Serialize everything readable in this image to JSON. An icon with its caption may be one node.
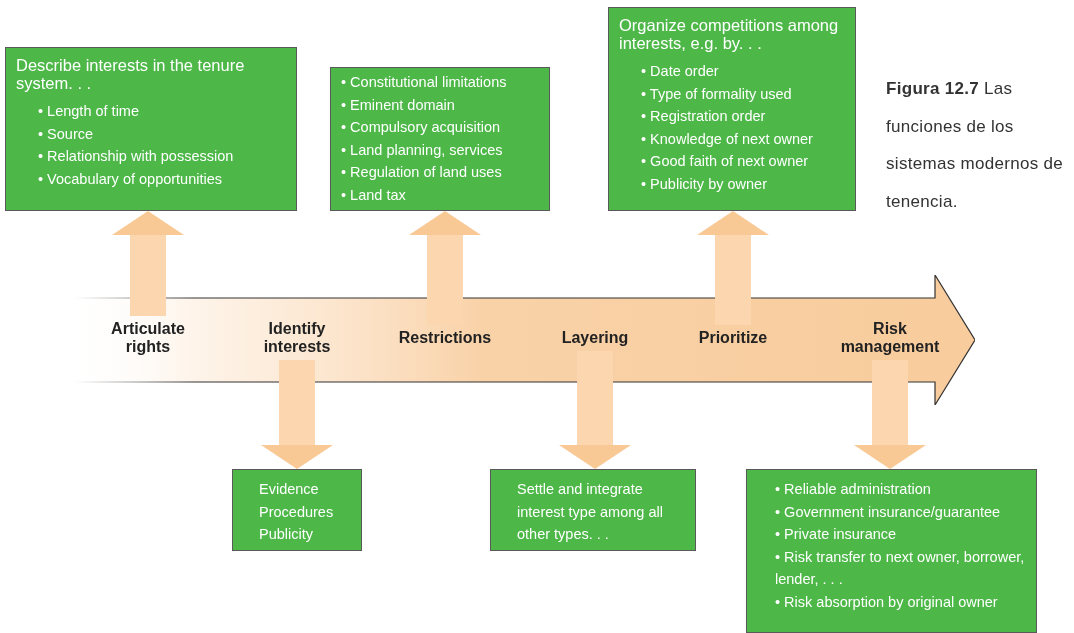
{
  "diagram": {
    "caption": "**Figura 12.7** Las funciones de los sistemas modernos de tenencia.",
    "nodes": [
      {
        "text": [],
        "shape": "arrow"
      },
      {
        "text": [
          "Articulate rights"
        ],
        "in": 0
      },
      {
        "text": [
          "Identify interests"
        ],
        "in": 0
      },
      {
        "text": [
          "Restrictions"
        ],
        "in": 0
      },
      {
        "text": [
          "Layering"
        ],
        "in": 0
      },
      {
        "text": [
          "Prioritize"
        ],
        "in": 0
      },
      {
        "text": [
          "Risk management"
        ],
        "in": 0
      },
      {
        "text": [
          "Describe interests in the tenure system. . .",
          "• Length of time",
          "• Source",
          "• Relationship with possession",
          "• Vocabulary of opportunities"
        ]
      },
      {
        "text": [
          "• Constitutional limitations",
          "• Eminent domain",
          "• Compulsory acquisition",
          "• Land planning, services",
          "• Regulation of land uses",
          "• Land tax"
        ]
      },
      {
        "text": [
          "Organize competitions among interests, e.g. by. . .",
          "• Date order",
          "• Type of formality used",
          "• Registration order",
          "• Knowledge of next owner",
          "• Good faith of next owner",
          "• Publicity by owner"
        ]
      },
      {
        "text": [
          "Evidence",
          "Procedures",
          "Publicity"
        ]
      },
      {
        "text": [
          "Settle and integrate interest type among all other types. . ."
        ]
      },
      {
        "text": [
          "• Reliable administration",
          "• Government insurance/guarantee",
          "• Private insurance",
          "• Risk transfer to next owner, borrower, lender, . . .",
          "• Risk absorption by original owner"
        ]
      }
    ],
    "edges": [
      {
        "from": 1,
        "to": 7,
        "arrow": "to"
      },
      {
        "from": 3,
        "to": 8,
        "arrow": "to"
      },
      {
        "from": 5,
        "to": 9,
        "arrow": "to"
      },
      {
        "from": 2,
        "to": 10,
        "arrow": "to"
      },
      {
        "from": 4,
        "to": 11,
        "arrow": "to"
      },
      {
        "from": 6,
        "to": 12,
        "arrow": "to"
      }
    ]
  }
}
